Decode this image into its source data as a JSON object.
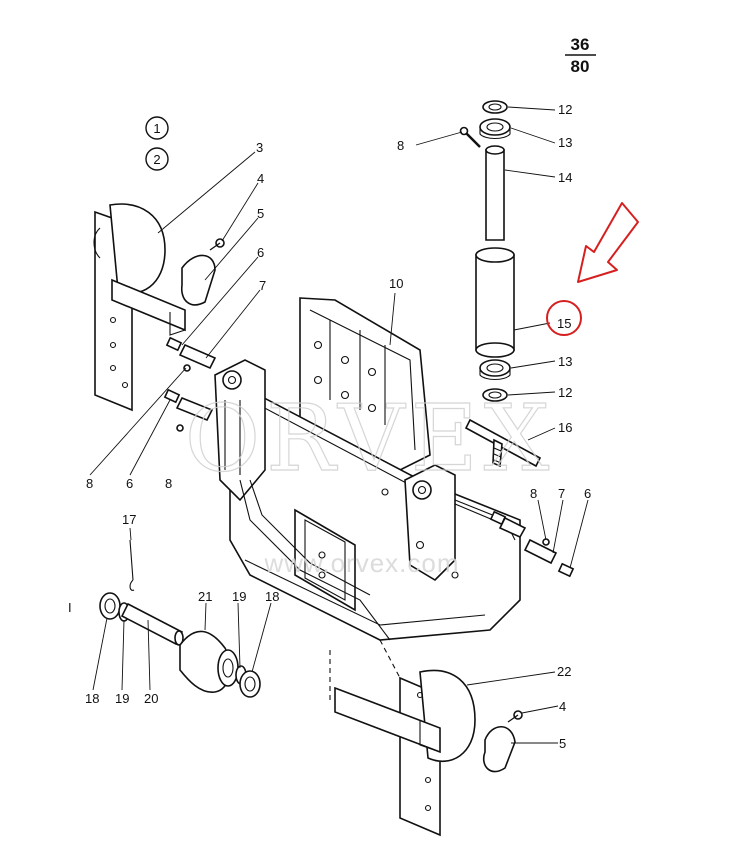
{
  "page": {
    "numerator": "36",
    "denominator": "80"
  },
  "legend": [
    "1",
    "2"
  ],
  "watermark": {
    "brand": "ORVEX",
    "url": "www.orvex.com"
  },
  "callouts": {
    "c3": "3",
    "c4": "4",
    "c5": "5",
    "c6": "6",
    "c7": "7",
    "c8": "8",
    "c10": "10",
    "c12a": "12",
    "c8b": "8",
    "c13a": "13",
    "c14": "14",
    "c15": "15",
    "c13b": "13",
    "c12b": "12",
    "c16": "16",
    "c8c": "8",
    "c6c": "6",
    "c8d": "8",
    "c7d": "7",
    "c6d": "6",
    "c17": "17",
    "c21": "21",
    "c19a": "19",
    "c18a": "18",
    "c18b": "18",
    "c19b": "19",
    "c20": "20",
    "c22": "22",
    "c4b": "4",
    "c5b": "5"
  },
  "marker": {
    "i_glyph": "I"
  },
  "colors": {
    "highlight": "#d62020",
    "ink": "#111111",
    "watermark": "#cfcfcf"
  }
}
